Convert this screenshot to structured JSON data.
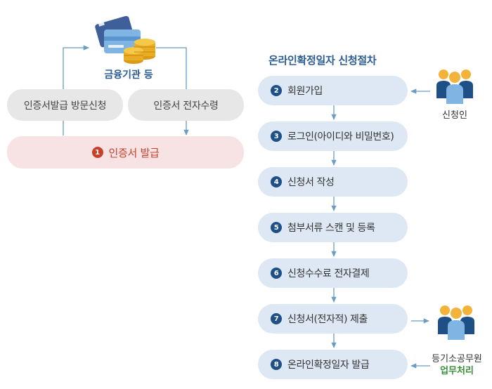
{
  "left": {
    "institution_label": "금융기관 등",
    "visit_apply": "인증서발급 방문신청",
    "electronic_receive": "인증서 전자수령",
    "issue": {
      "num": "1",
      "label": "인증서 발급"
    }
  },
  "right": {
    "title": "온라인확정일자 신청절차",
    "steps": [
      {
        "num": "2",
        "label": "회원가입"
      },
      {
        "num": "3",
        "label": "로그인(아이디와 비밀번호)"
      },
      {
        "num": "4",
        "label": "신청서 작성"
      },
      {
        "num": "5",
        "label": "첨부서류 스캔 및 등록"
      },
      {
        "num": "6",
        "label": "신청수수료 전자결제"
      },
      {
        "num": "7",
        "label": "신청서(전자적) 제출"
      },
      {
        "num": "8",
        "label": "온라인확정일자 발급"
      }
    ],
    "applicant_label": "신청인",
    "official_label": "등기소공무원",
    "official_sub": "업무처리"
  },
  "colors": {
    "step_bg": "#dde8f4",
    "num_bg": "#1e4f86",
    "accent_red": "#c7402b",
    "pill_gray": "#e7e7e8",
    "pill_pink": "#f7e3e3",
    "arrow": "#6a9cc4"
  }
}
